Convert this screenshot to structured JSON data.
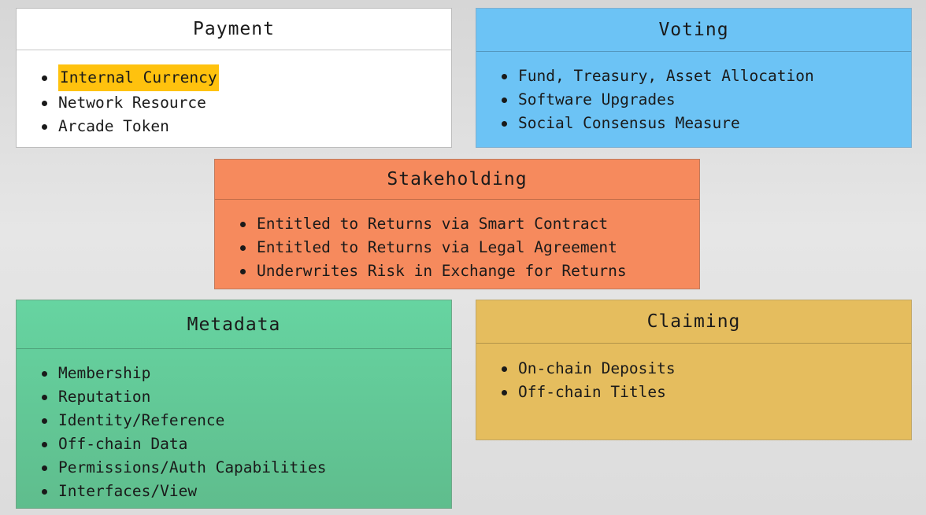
{
  "payment": {
    "title": "Payment",
    "items": [
      "Internal Currency",
      "Network Resource",
      "Arcade Token"
    ]
  },
  "voting": {
    "title": "Voting",
    "items": [
      "Fund, Treasury, Asset Allocation",
      "Software Upgrades",
      "Social Consensus Measure"
    ]
  },
  "stakeholding": {
    "title": "Stakeholding",
    "items": [
      "Entitled to Returns via Smart Contract",
      "Entitled to Returns via Legal Agreement",
      "Underwrites Risk in Exchange for Returns"
    ]
  },
  "metadata": {
    "title": "Metadata",
    "items": [
      "Membership",
      "Reputation",
      "Identity/Reference",
      "Off-chain Data",
      "Permissions/Auth Capabilities",
      "Interfaces/View"
    ]
  },
  "claiming": {
    "title": "Claiming",
    "items": [
      "On-chain Deposits",
      "Off-chain Titles"
    ]
  },
  "colors": {
    "payment_bg": "#ffffff",
    "voting_bg": "#6cc3f5",
    "stakeholding_bg": "#f68a5d",
    "metadata_bg": "#5fc592",
    "claiming_bg": "#e5bd5e",
    "highlight": "#ffc20e"
  }
}
